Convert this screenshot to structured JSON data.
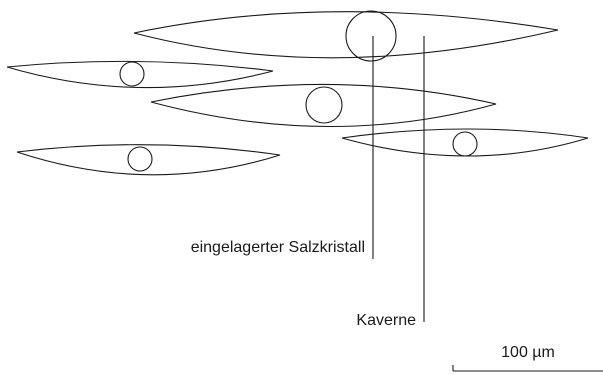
{
  "labels": {
    "crystal": "eingelagerter Salzkristall",
    "cavern": "Kaverne"
  },
  "scale_bar": {
    "label": "100 µm"
  },
  "colors": {
    "stroke": "#1a1a1a",
    "text": "#1a1a1a",
    "background": "#ffffff"
  }
}
